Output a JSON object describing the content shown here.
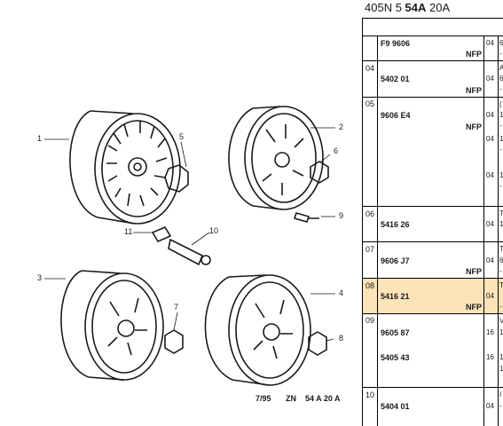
{
  "header": {
    "model": "405N 5",
    "group": "54A",
    "sub": "20A"
  },
  "diagram": {
    "footer": {
      "date": "7/95",
      "zone": "ZN",
      "ref": "54 A 20 A"
    },
    "callouts": [
      "1",
      "2",
      "3",
      "4",
      "5",
      "6",
      "7",
      "8",
      "9",
      "10",
      "11"
    ]
  },
  "rows": [
    {
      "num": "",
      "ref": "F9 9606",
      "nfp": "NFP",
      "qty": [
        "04"
      ],
      "ex": [
        "6",
        "-"
      ]
    },
    {
      "num": "04",
      "ref": "5402 01",
      "nfp": "NFP",
      "qty": [
        "04"
      ],
      "ex": [
        "A",
        "6",
        "-"
      ]
    },
    {
      "num": "05",
      "ref": "9606 E4",
      "nfp": "NFP",
      "qty": [
        "04",
        "04",
        "04"
      ],
      "ex": [
        "(",
        "1",
        "-",
        "1",
        "-",
        "1",
        "-"
      ]
    },
    {
      "num": "06",
      "ref": "5416 26",
      "nfp": "",
      "qty": [
        "04"
      ],
      "ex": [
        "T",
        "1"
      ]
    },
    {
      "num": "07",
      "ref": "9606 J7",
      "nfp": "NFP",
      "qty": [
        "04"
      ],
      "ex": [
        "T",
        "6",
        "-"
      ]
    },
    {
      "num": "08",
      "ref": "5416 21",
      "nfp": "NFP",
      "qty": [
        "04"
      ],
      "ex": [
        "T",
        "-"
      ]
    },
    {
      "num": "09",
      "ref": "9605 87",
      "ref2": "5405 43",
      "nfp": "",
      "qty": [
        "16",
        "16"
      ],
      "ex": [
        "V",
        "1",
        "1",
        "1"
      ]
    },
    {
      "num": "10",
      "ref": "5404 01",
      "nfp": "",
      "qty": [
        "04"
      ],
      "ex": [
        "I",
        "-"
      ]
    }
  ]
}
